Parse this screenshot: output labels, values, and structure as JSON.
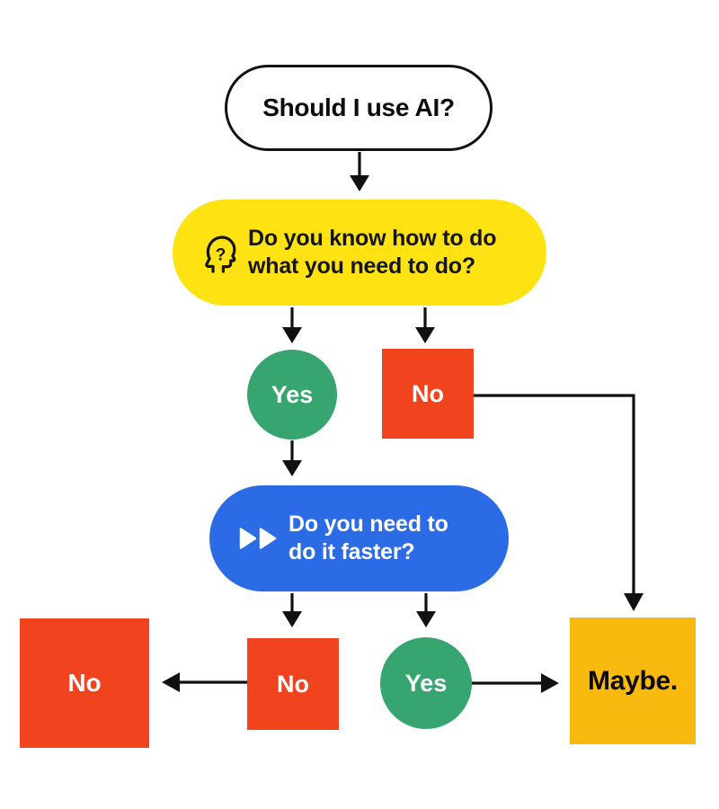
{
  "diagram": {
    "title": "Should I use AI?",
    "nodes": {
      "start": {
        "label": "Should I use AI?"
      },
      "q1": {
        "line1": "Do you know how to do",
        "line2": "what you need to do?",
        "icon": "head-question-icon",
        "icon_glyph": "?"
      },
      "q1_yes": {
        "label": "Yes"
      },
      "q1_no": {
        "label": "No"
      },
      "q2": {
        "line1": "Do you need to",
        "line2": "do it faster?",
        "icon": "fast-forward-icon"
      },
      "q2_no": {
        "label": "No"
      },
      "q2_yes": {
        "label": "Yes"
      },
      "end_no": {
        "label": "No"
      },
      "end_maybe": {
        "label": "Maybe."
      }
    },
    "colors": {
      "yellow_pill": "#FFE212",
      "blue_pill": "#2C6BE6",
      "green_circle": "#36A56F",
      "red_square": "#F2431F",
      "amber_square": "#F9BA0F",
      "connector": "#111111",
      "background": "#FFFFFF"
    }
  }
}
